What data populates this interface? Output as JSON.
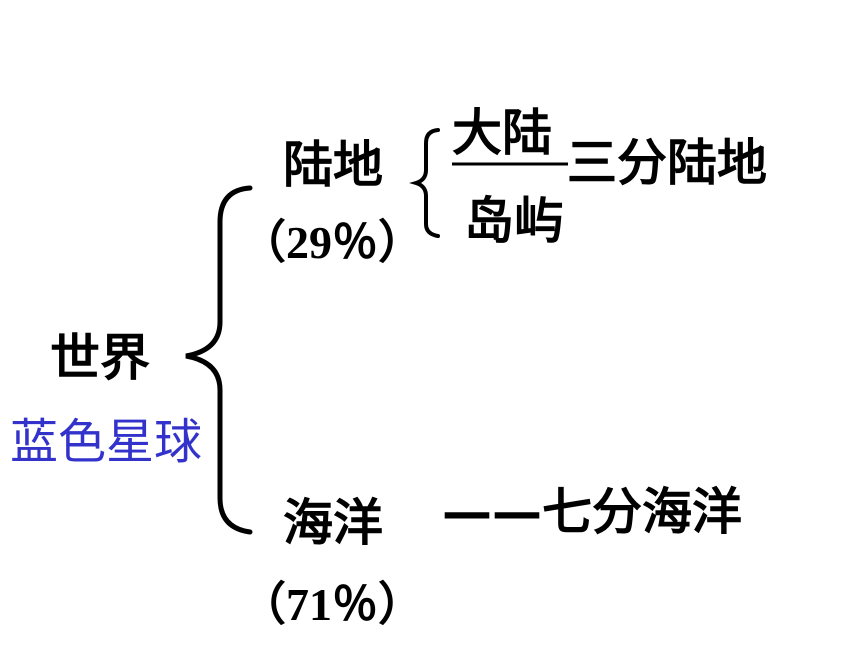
{
  "root": {
    "label": "世界",
    "sublabel": "蓝色星球",
    "sublabel_color": "#3333cc"
  },
  "land": {
    "label": "陆地",
    "percent": "（29％）",
    "children": [
      "大陆",
      "岛屿"
    ],
    "note": "三分陆地"
  },
  "ocean": {
    "label": "海洋",
    "percent": "（71％）",
    "note": "——七分海洋"
  }
}
